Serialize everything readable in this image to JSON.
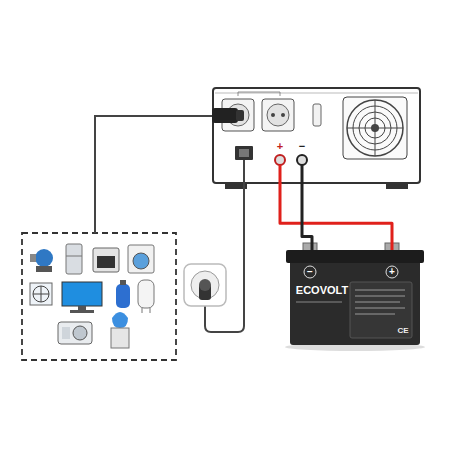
{
  "diagram": {
    "nodes": [
      {
        "text": [
          "+",
          "−"
        ]
      },
      {
        "text": [
          "ECOVOLT",
          "−",
          "+"
        ]
      }
    ],
    "edges": [
      {
        "from": 0,
        "to": 1,
        "arrow": "none"
      },
      {
        "from": 0,
        "to": 1,
        "arrow": "none"
      }
    ],
    "labels": [
      "CE"
    ]
  }
}
